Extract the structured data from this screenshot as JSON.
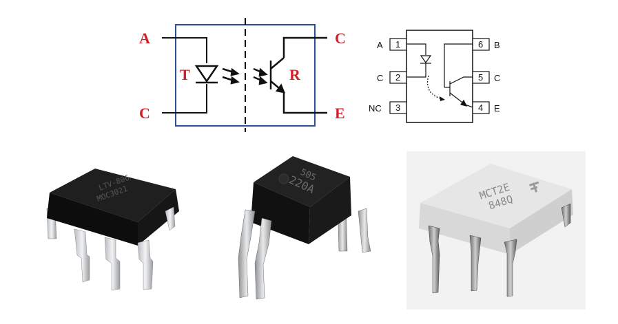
{
  "left_schematic": {
    "labels": {
      "a": "A",
      "c_left": "C",
      "t": "T",
      "r": "R",
      "c_right": "C",
      "e": "E"
    }
  },
  "pinout": {
    "pins": [
      {
        "num": "1",
        "label": "A"
      },
      {
        "num": "2",
        "label": "C"
      },
      {
        "num": "3",
        "label": "NC"
      },
      {
        "num": "6",
        "label": "B"
      },
      {
        "num": "5",
        "label": "C"
      },
      {
        "num": "4",
        "label": "E"
      }
    ]
  },
  "chips": {
    "chip1_marking": [
      "LTV-806",
      "MOC3021"
    ],
    "chip2_marking": [
      "505",
      "220A"
    ],
    "chip3_marking": [
      "MCT2E",
      "848Q"
    ]
  },
  "colors": {
    "box_blue": "#2a4f96",
    "label_red": "#d0202a",
    "line_black": "#111111"
  }
}
